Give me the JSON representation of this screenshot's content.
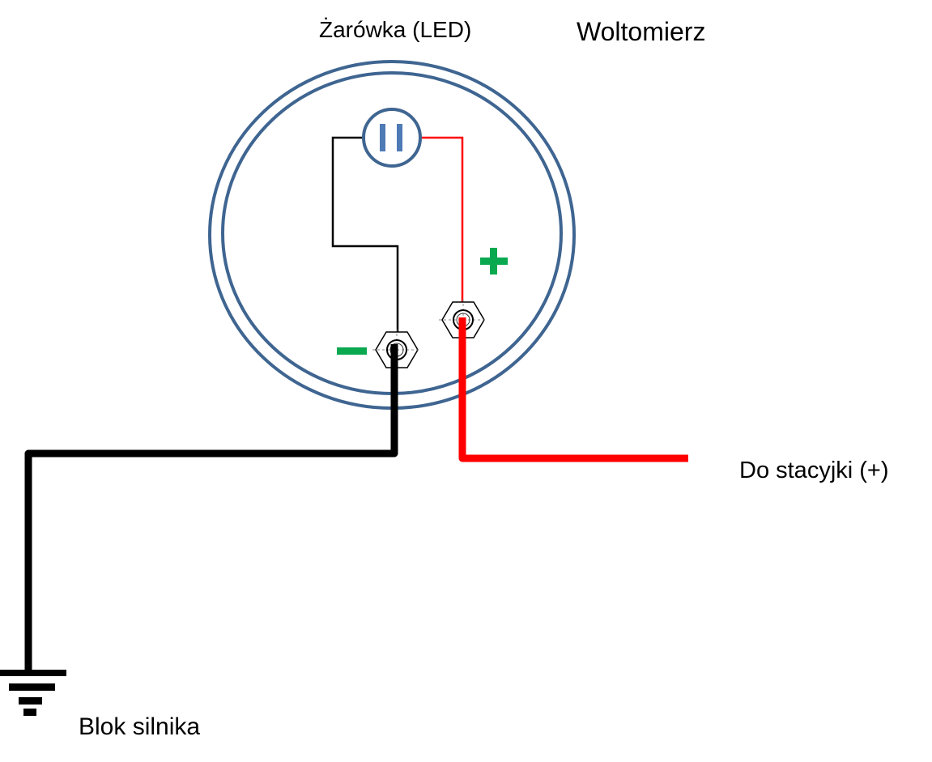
{
  "labels": {
    "bulb": "Żarówka (LED)",
    "gauge": "Woltomierz",
    "ignition": "Do stacyjki (+)",
    "ground": "Blok silnika",
    "plus": "+",
    "minus": "−"
  },
  "colors": {
    "gauge_ring": "#3f6591",
    "bulb_bars": "#4e7ab5",
    "positive_wire": "#ff0000",
    "negative_wire": "#000000",
    "polarity_mark": "#0aa84f"
  }
}
